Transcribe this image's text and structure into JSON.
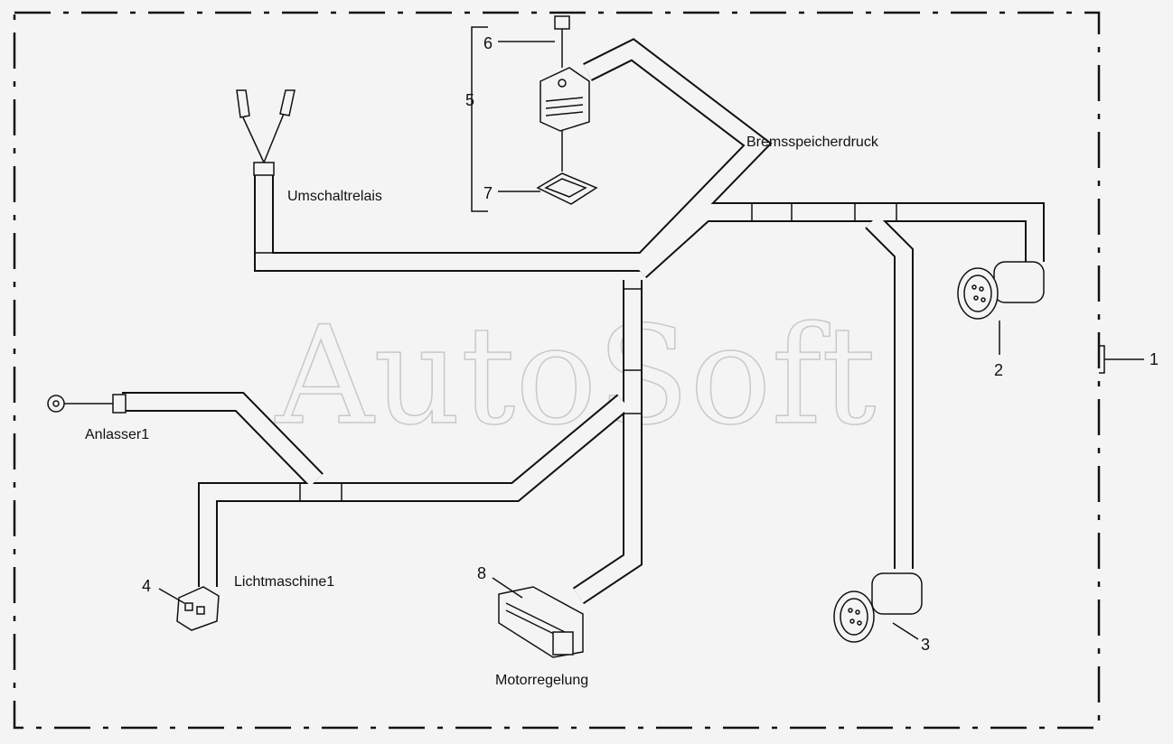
{
  "watermark": "AutoSoft",
  "labels": {
    "bremsspeicherdruck": "Bremsspeicherdruck",
    "umschaltrelais": "Umschaltrelais",
    "anlasser": "Anlasser1",
    "lichtmaschine": "Lichtmaschine1",
    "motorregelung": "Motorregelung"
  },
  "callouts": {
    "c1": "1",
    "c2": "2",
    "c3": "3",
    "c4": "4",
    "c5": "5",
    "c6": "6",
    "c7": "7",
    "c8": "8"
  }
}
